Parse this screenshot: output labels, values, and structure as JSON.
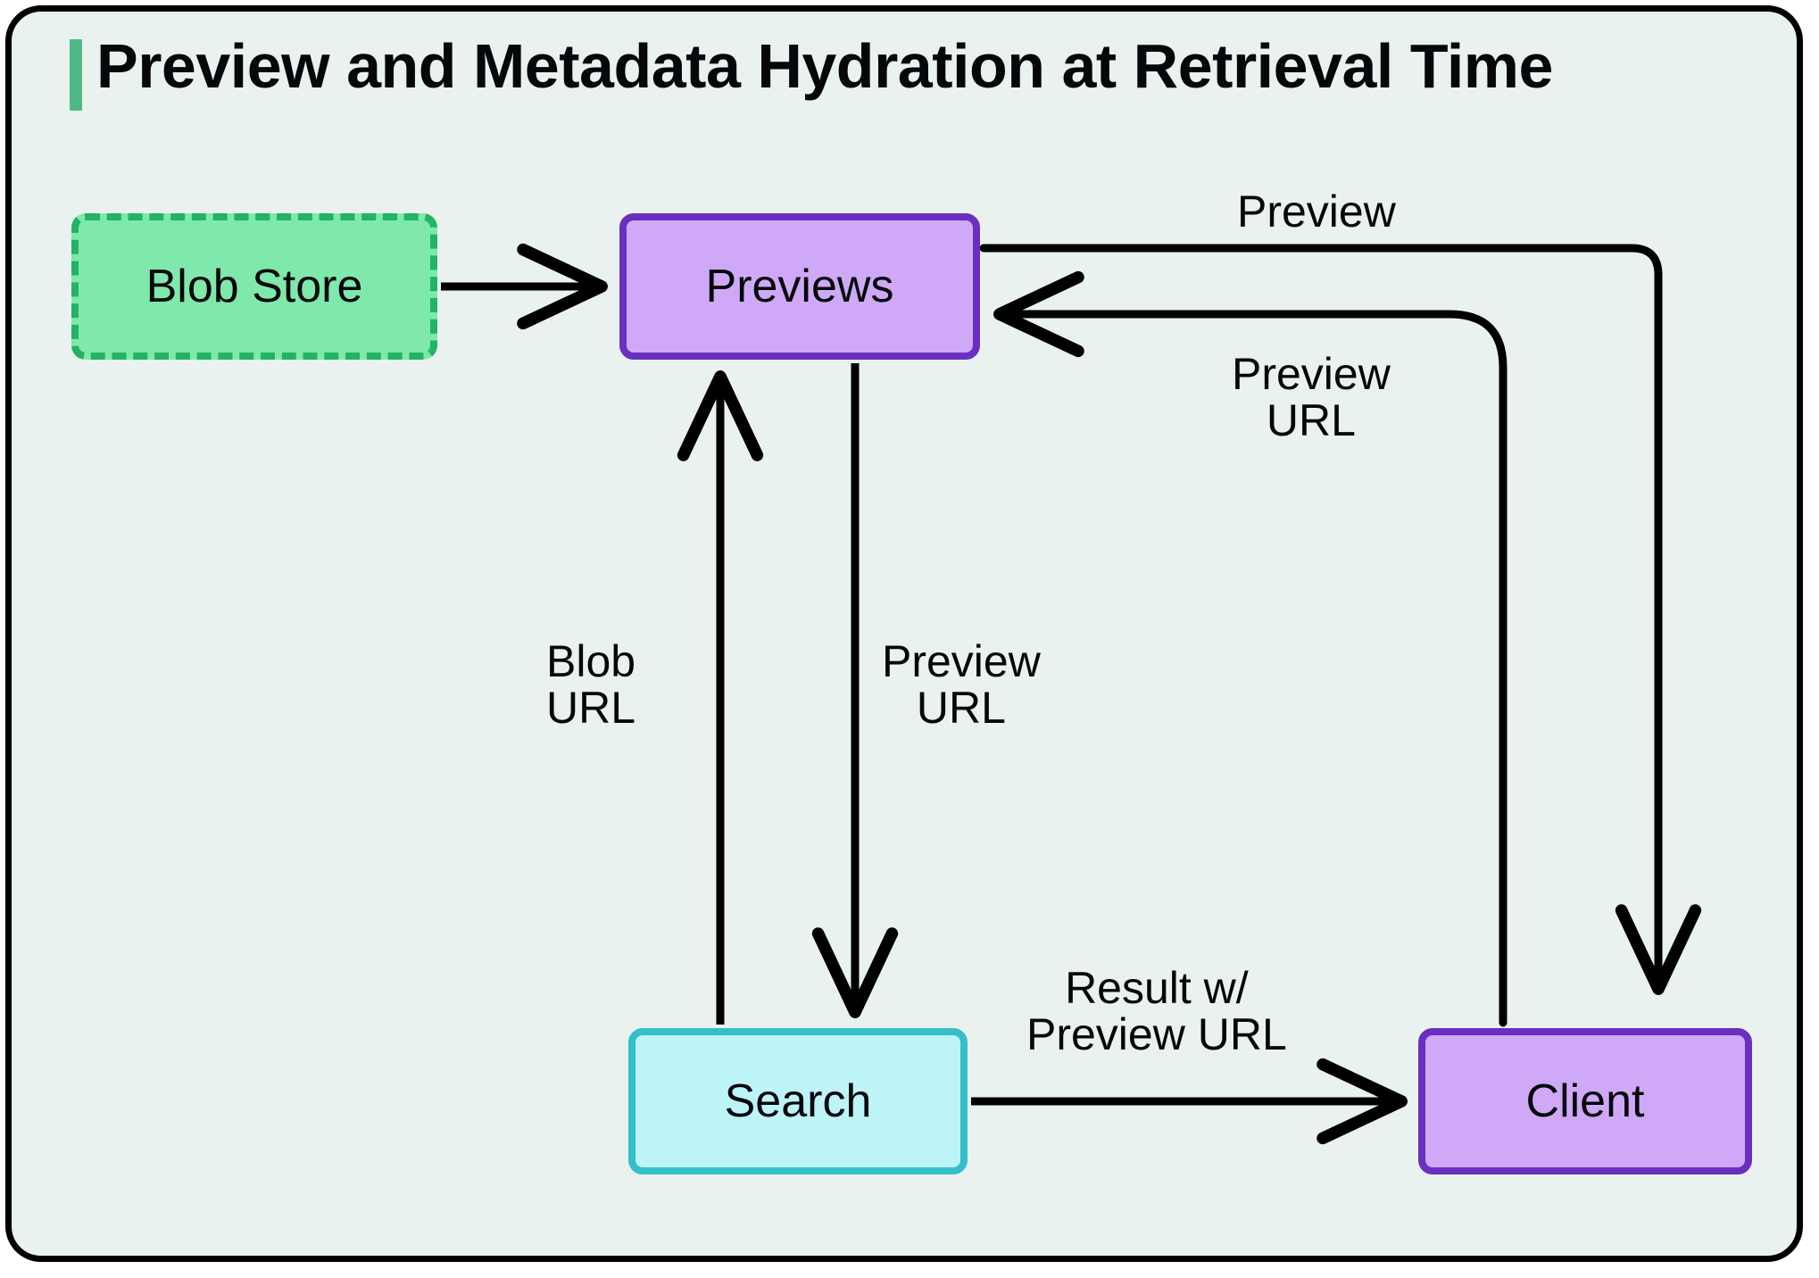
{
  "header": {
    "title": "Preview and Metadata Hydration at Retrieval Time",
    "accent_color": "#4fb985"
  },
  "canvas": {
    "background": "#e9f2ee",
    "border_color": "#000000"
  },
  "nodes": [
    {
      "id": "blob-store",
      "label": "Blob Store",
      "fill": "#7fe8ab",
      "stroke": "#22b365",
      "stroke_style": "dashed"
    },
    {
      "id": "previews",
      "label": "Previews",
      "fill": "#cfa9f7",
      "stroke": "#6a2fc0",
      "stroke_style": "solid"
    },
    {
      "id": "search",
      "label": "Search",
      "fill": "#bdf4f8",
      "stroke": "#34bfcb",
      "stroke_style": "solid"
    },
    {
      "id": "client",
      "label": "Client",
      "fill": "#cfa9f7",
      "stroke": "#6a2fc0",
      "stroke_style": "solid"
    }
  ],
  "edges": [
    {
      "id": "blobstore-to-previews",
      "from": "blob-store",
      "to": "previews",
      "label": ""
    },
    {
      "id": "previews-to-client-preview",
      "from": "previews",
      "to": "client",
      "label": "Preview"
    },
    {
      "id": "client-to-previews-previewurl",
      "from": "client",
      "to": "previews",
      "label": "Preview\nURL"
    },
    {
      "id": "search-to-previews-bloburl",
      "from": "search",
      "to": "previews",
      "label": "Blob\nURL"
    },
    {
      "id": "previews-to-search-previewurl",
      "from": "previews",
      "to": "search",
      "label": "Preview\nURL"
    },
    {
      "id": "search-to-client-result",
      "from": "search",
      "to": "client",
      "label": "Result w/\nPreview URL"
    }
  ],
  "edge_labels": {
    "preview_top": "Preview",
    "preview_url_right": "Preview\nURL",
    "blob_url": "Blob\nURL",
    "preview_url_mid": "Preview\nURL",
    "result_with_preview_url": "Result w/\nPreview URL"
  }
}
